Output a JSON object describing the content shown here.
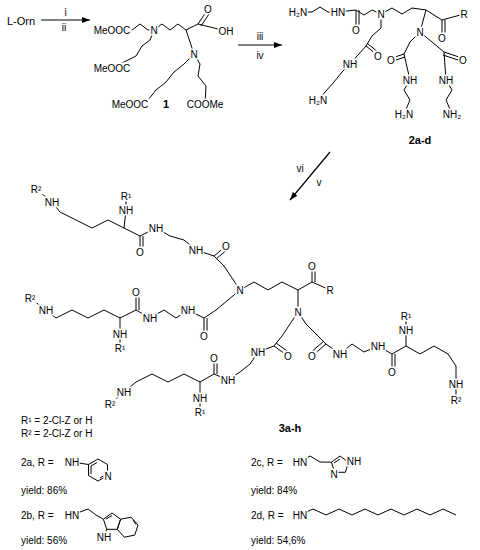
{
  "diagram": {
    "nodes": [
      {
        "text": [
          "L-Orn"
        ]
      },
      {
        "text": [
          "1"
        ]
      },
      {
        "text": [
          "2a-d"
        ]
      },
      {
        "text": [
          "3a-h"
        ]
      }
    ],
    "edges": [
      {
        "from": 0,
        "to": 1,
        "arrow": "to",
        "label": "i"
      },
      {
        "from": 1,
        "to": 2,
        "arrow": "to",
        "label": "iii"
      },
      {
        "from": 2,
        "to": 3,
        "arrow": "to",
        "label": "v"
      }
    ],
    "labels": [
      "ii",
      "MeOOC",
      "N",
      "O",
      "OH",
      "MeOOC",
      "N",
      "MeOOC",
      "COOMe",
      "iv",
      "H₂N",
      "HN",
      "O",
      "N",
      "O",
      "R",
      "O",
      "NH",
      "H₂N",
      "N",
      "O",
      "NH",
      "H₂N",
      "O",
      "NH",
      "NH₂",
      "vi",
      "R²",
      "NH",
      "R¹",
      "NH",
      "O",
      "NH",
      "NH",
      "O",
      "N",
      "O",
      "R",
      "N",
      "R²",
      "NH",
      "NH",
      "R¹",
      "O",
      "NH",
      "NH",
      "O",
      "O",
      "NH",
      "NH",
      "O",
      "NH",
      "R¹",
      "NH",
      "R²",
      "O",
      "NH",
      "NH",
      "O",
      "NH",
      "R¹",
      "NH",
      "R²",
      "R¹ = 2-Cl-Z or H",
      "R² = 2-Cl-Z or H",
      "2a, R =",
      "NH",
      "N",
      "yield: 86%",
      "2b, R =",
      "HN",
      "NH",
      "yield: 56%",
      "2c, R =",
      "HN",
      "NH",
      "N",
      "yield: 84%",
      "2d, R =",
      "HN",
      "yield: 54,6%"
    ]
  }
}
